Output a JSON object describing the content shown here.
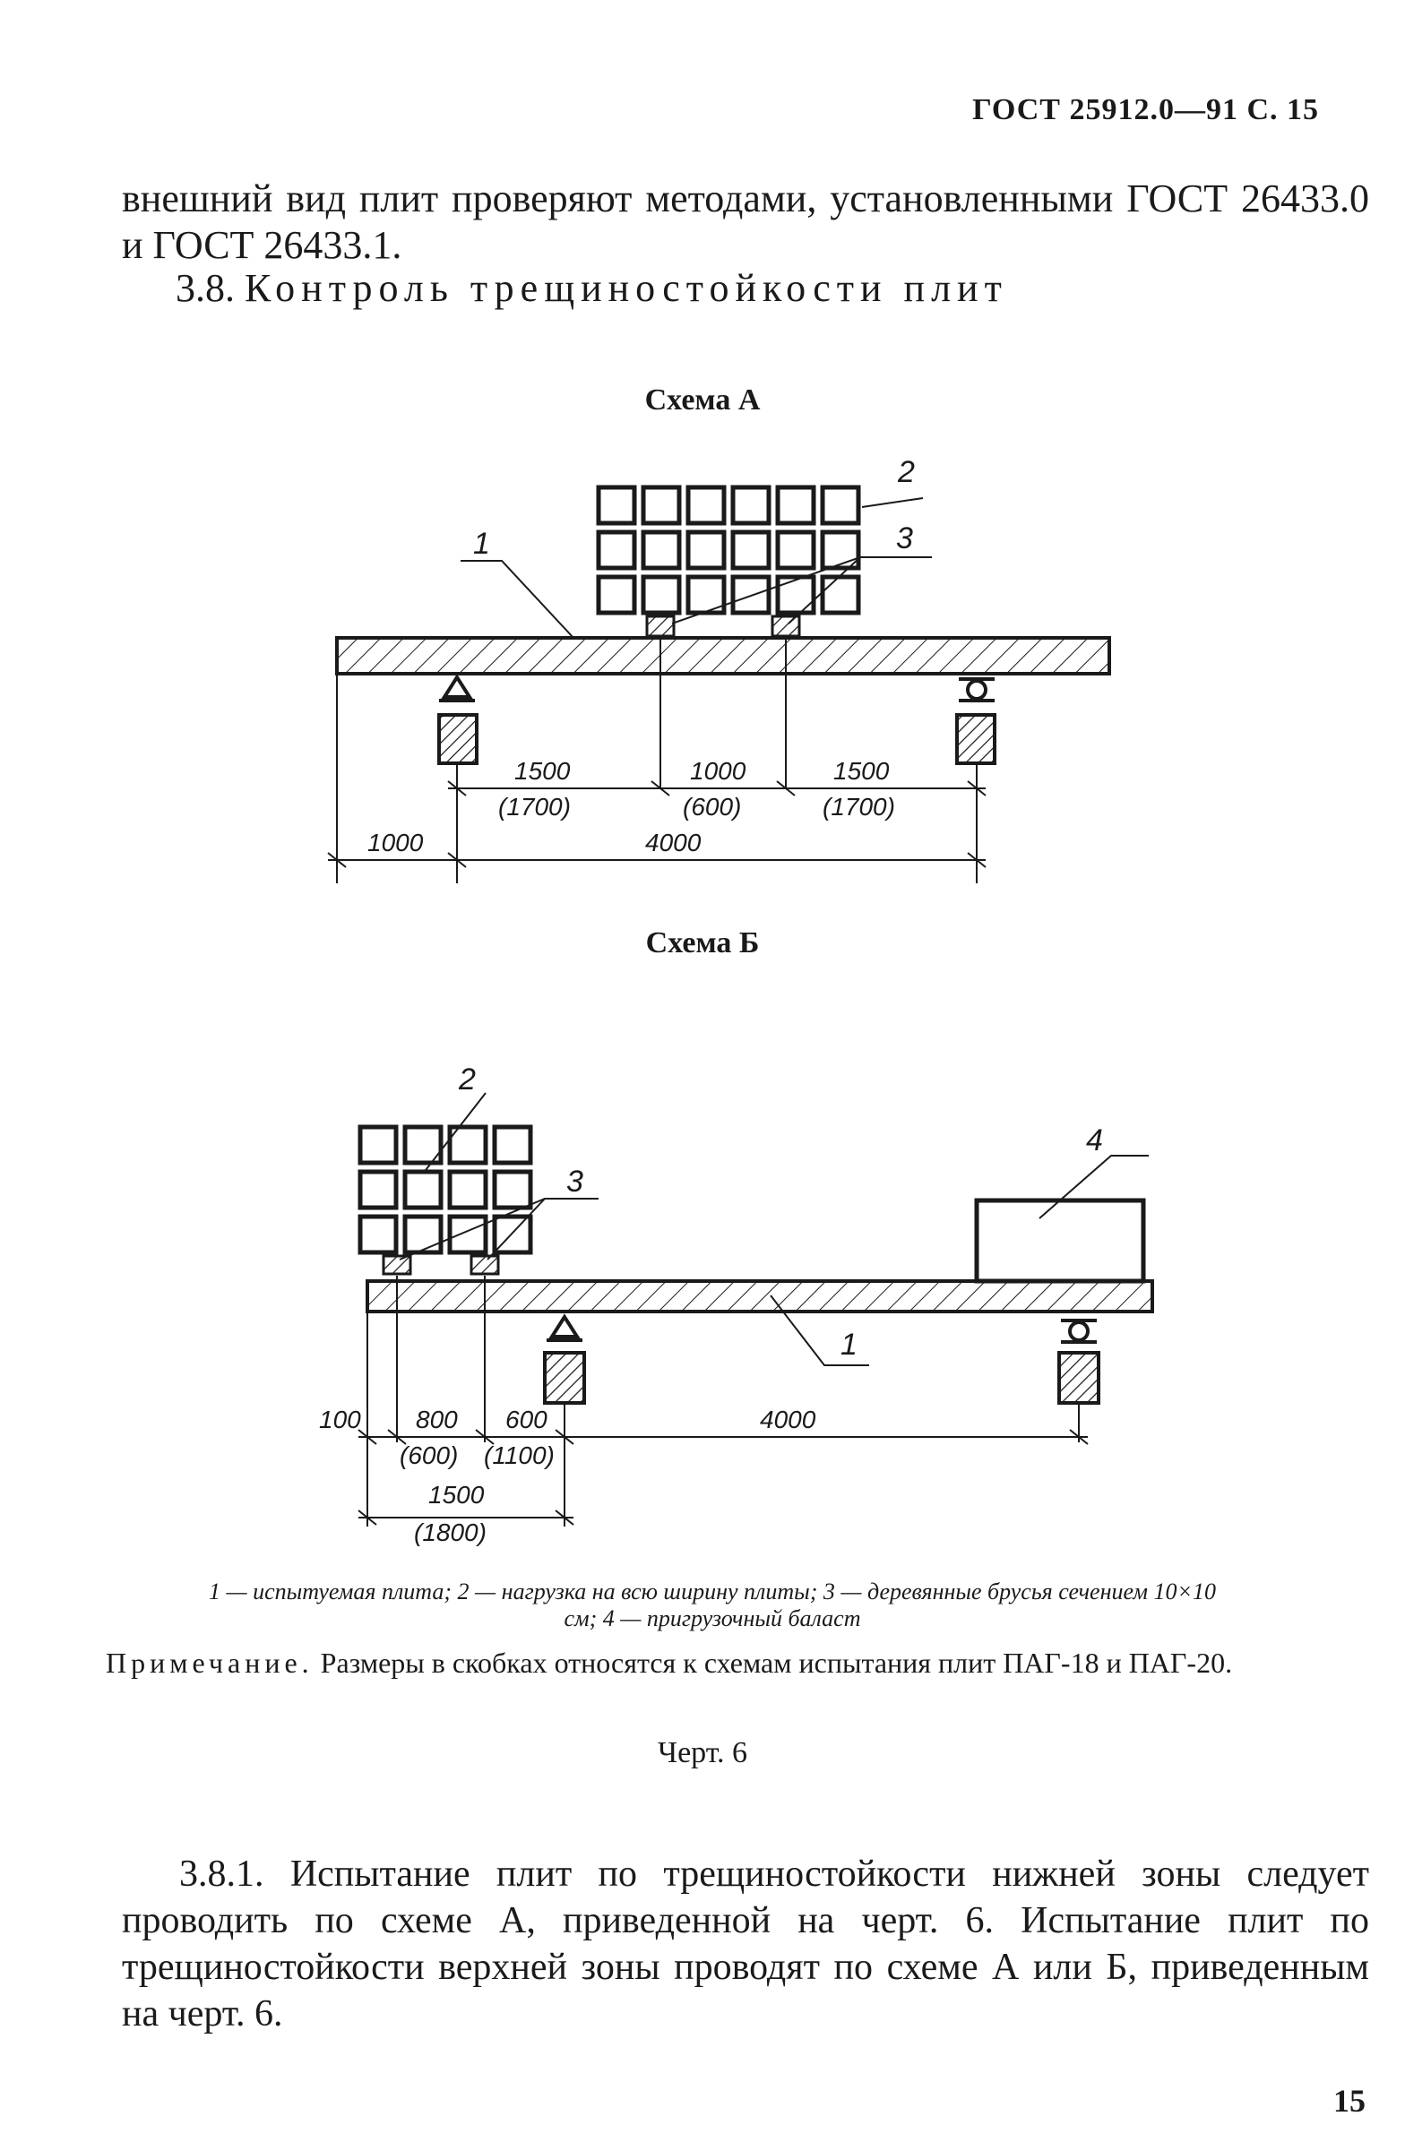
{
  "header": "ГОСТ 25912.0—91 С. 15",
  "intro_text": "внешний вид плит проверяют методами, установленными ГОСТ 26433.0 и ГОСТ 26433.1.",
  "section_heading": {
    "number": "3.8.",
    "title": "Контроль трещиностойкости плит"
  },
  "scheme_a": {
    "caption": "Схема А",
    "callouts": [
      "1",
      "2",
      "3"
    ],
    "dimensions": {
      "d1": "1500",
      "d1_alt": "(1700)",
      "d2": "1000",
      "d2_alt": "(600)",
      "d3": "1500",
      "d3_alt": "(1700)",
      "overhang": "1000",
      "span": "4000"
    }
  },
  "scheme_b": {
    "caption": "Схема Б",
    "callouts": [
      "2",
      "3",
      "4",
      "1"
    ],
    "dimensions": {
      "d100": "100",
      "d800": "800",
      "d800_alt": "(600)",
      "d600": "600",
      "d600_alt": "(1100)",
      "span": "4000",
      "d1500": "1500",
      "d1500_alt": "(1800)"
    }
  },
  "legend": "1 — испытуемая плита; 2 — нагрузка на всю ширину плиты; 3 — деревянные брусья сечением 10×10 см; 4 — пригрузочный баласт",
  "note": {
    "label": "Примечание.",
    "text": "Размеры в скобках относятся к схемам испытания плит ПАГ-18 и ПАГ-20."
  },
  "figure_label": "Черт. 6",
  "paragraph_381": "3.8.1. Испытание плит по трещиностойкости нижней зоны следует проводить по схеме А, приведенной на черт. 6. Испытание плит по трещиностойкости верхней зоны проводят по схеме А или Б, приведенным на черт. 6.",
  "page_number": "15"
}
